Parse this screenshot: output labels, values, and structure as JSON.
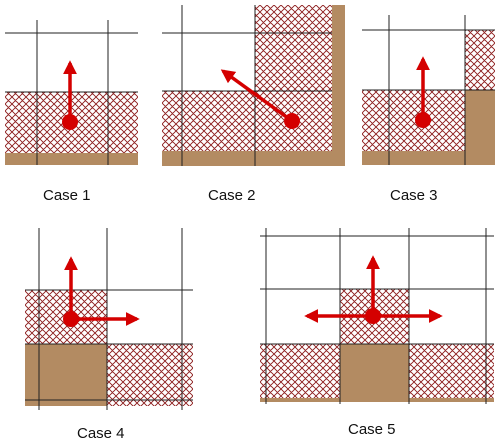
{
  "colors": {
    "hatch": "#8b1a1a",
    "ground": "#b38b62",
    "ground_line": "#6b4a2c",
    "grid": "#222222",
    "arrow": "#d40000",
    "background": "#ffffff"
  },
  "cases": [
    {
      "label": "Case 1",
      "arrows": [
        "up"
      ]
    },
    {
      "label": "Case 2",
      "arrows": [
        "up-left"
      ]
    },
    {
      "label": "Case 3",
      "arrows": [
        "up"
      ]
    },
    {
      "label": "Case 4",
      "arrows": [
        "up",
        "right"
      ]
    },
    {
      "label": "Case 5",
      "arrows": [
        "up",
        "left",
        "right"
      ]
    }
  ]
}
